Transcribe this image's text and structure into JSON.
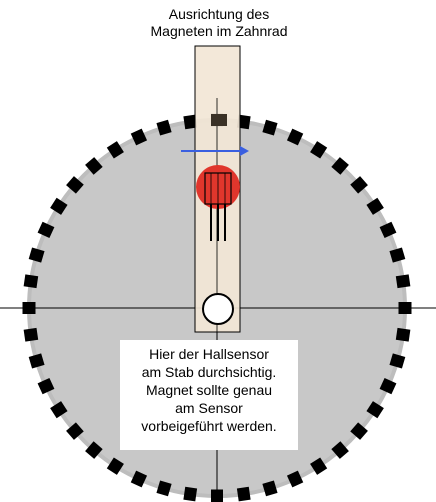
{
  "title": {
    "lines": [
      "Ausrichtung des",
      "Magneten im Zahnrad"
    ]
  },
  "note": {
    "lines": [
      "Hier der Hallsensor",
      "am Stab durchsichtig.",
      "Magnet sollte genau",
      "am Sensor",
      "vorbeigeführt werden."
    ]
  },
  "colors": {
    "gear_fill": "#c8c8c8",
    "gear_rim": "#bdbdbd",
    "teeth": "#000000",
    "rod_fill": "#f2e6d6",
    "rod_border": "#000000",
    "magnet_red": "#e0362c",
    "arrow_blue": "#3a5fe0",
    "small_magnet": "#3a3126"
  },
  "gear": {
    "tooth_count": 44
  },
  "icons": {
    "arrow": "arrow-right-icon",
    "sensor": "hall-sensor-icon",
    "magnet": "magnet-icon",
    "axle": "axle-hole-icon"
  }
}
